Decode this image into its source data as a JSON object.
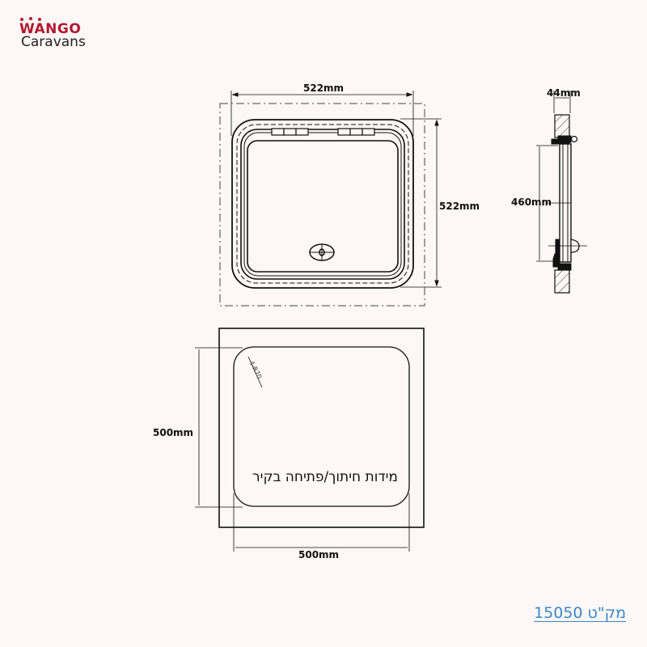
{
  "brand": {
    "line1": "WANGO",
    "line2": "Caravans",
    "colors": {
      "primary": "#b01a2e",
      "secondary": "#222222"
    }
  },
  "front_view": {
    "width_label": "522mm",
    "height_label": "522mm"
  },
  "side_view": {
    "depth_label": "44mm",
    "inner_height_label": "460mm"
  },
  "cutout_view": {
    "height_label": "500mm",
    "width_label": "500mm",
    "radius_label": "4-R70",
    "caption": "מידות חיתוך/פתיחה בקיר"
  },
  "sku": {
    "text": "מק\"ט 15050",
    "color": "#3b87c8"
  },
  "background_color": "#fdf7f7"
}
